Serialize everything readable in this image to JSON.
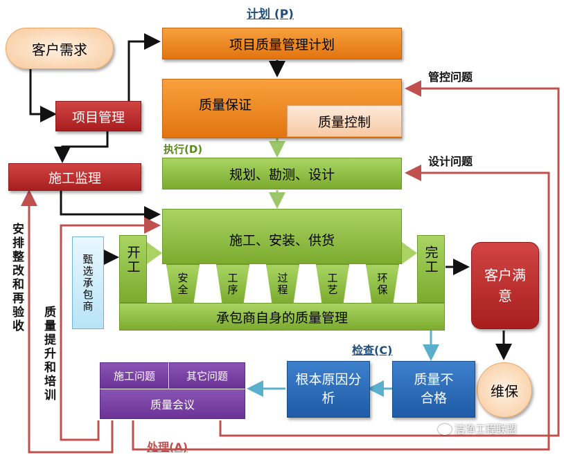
{
  "labels": {
    "plan": "计划 (P)",
    "do": "执行(D)",
    "check": "检查(C)",
    "act": "处理(A)"
  },
  "nodes": {
    "customer_demand": "客户需求",
    "project_management": "项目管理",
    "construction_supervision": "施工监理",
    "quality_plan": "项目质量管理计划",
    "quality_assurance": "质量保证",
    "quality_control": "质量控制",
    "planning_survey_design": "规划、勘测、设计",
    "construction_install_supply": "施工、安装、供货",
    "screen_contractors": "甄选承包商",
    "start_work": "开工",
    "complete_work": "完工",
    "stages": [
      "安全",
      "工序",
      "过程",
      "工艺",
      "环保"
    ],
    "contractor_qm": "承包商自身的质量管理",
    "customer_satisfied": "客户满意",
    "maintenance": "维保",
    "quality_nonconforming": "质量不合格",
    "root_cause": "根本原因分析",
    "construction_issues": "施工问题",
    "other_issues": "其它问题",
    "quality_meeting": "质量会议"
  },
  "side_labels": {
    "control_issues": "管控问题",
    "design_issues": "设计问题",
    "rectify_reinspect": "安排整改和再验收",
    "improve_train": "质量提升和培训"
  },
  "watermark": "洁净工程联盟",
  "colors": {
    "orange": "#f0891f",
    "green": "#8fbf42",
    "red": "#b82828",
    "blue": "#2a6ab8",
    "purple": "#7a3fa6",
    "feedback_line": "#c0504d",
    "label_blue": "#1f4e79",
    "label_red": "#c0504d",
    "label_green": "#5a8a1e"
  }
}
